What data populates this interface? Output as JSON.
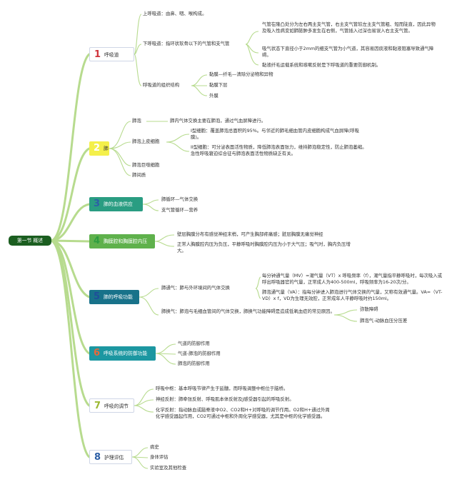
{
  "root": "第一节 概述",
  "colors": {
    "branch1": "#ffffff",
    "branch2": "#f4f04b",
    "branch3": "#2a9d82",
    "branch4": "#5fb14c",
    "branch5": "#18728a",
    "branch6": "#1c97a1",
    "branch7": "#ffffff",
    "branch8": "#ffffff",
    "line": "#b7db8e",
    "root": "#1b5e20"
  },
  "branches": [
    {
      "num": "1",
      "label": "呼吸道",
      "num_color": "#d0343c"
    },
    {
      "num": "2",
      "label": "肺",
      "num_color": "#ffffff"
    },
    {
      "num": "3",
      "label": "肺的血液供应",
      "num_color": "#2d5fa6"
    },
    {
      "num": "4",
      "label": "胸膜腔和胸膜腔内压",
      "num_color": "#2e9d3f"
    },
    {
      "num": "5",
      "label": "肺的呼吸功能",
      "num_color": "#1f4e9a"
    },
    {
      "num": "6",
      "label": "呼吸系统的防御功能",
      "num_color": "#e7683a"
    },
    {
      "num": "7",
      "label": "呼吸的调节",
      "num_color": "#9cb832"
    },
    {
      "num": "8",
      "label": "护理评估",
      "num_color": "#2d5fa6"
    }
  ],
  "b1": {
    "upper": "上呼吸道：由鼻、咽、喉构成。",
    "lower": "下呼吸道：指环状软骨以下的气管和支气管",
    "lower_d1": "气管在隆凸处分为左右两主支气管，右主支气管较左主支气管粗、短而陡直，因此异物及吸入性病变如肺脓肿多发生在右侧，气管插入过深也易误入右主支气管。",
    "lower_d2": "吸气状态下直径小于2mm的细支气管为小气道，其容易因痰液和黏液阻塞导致通气障碍。",
    "lower_d3": "黏液纤毛运载系统和咳嗽反射是下呼吸道的重要防御机制。",
    "tissue": "呼吸道的组织结构",
    "tissue_items": [
      "黏膜—纤毛—清除分泌物和异物",
      "黏膜下层",
      "外膜"
    ]
  },
  "b2": {
    "alveoli": "肺泡",
    "alveoli_d": "肺内气体交换主要在肺泡，通过气血屏障进行。",
    "epith": "肺泡上皮细胞",
    "type1": "I型细胞：覆盖肺泡总面积的95%。与邻近的肺毛细血管内皮细胞构成气血屏障(呼吸膜)。",
    "type2": "II型细胞：可分泌表面活性物质，降低肺泡表面张力，维持肺泡稳定性，防止肺泡萎缩。急性呼吸窘迫综合征与肺泡表面活性物质缺乏有关。",
    "macro": "肺泡巨噬细胞",
    "interst": "肺间质"
  },
  "b3": {
    "items": [
      "肺循环—气体交换",
      "支气管循环—营养"
    ]
  },
  "b4": {
    "d1": "壁层胸膜分布有感觉神经末梢，可产生胸部疼痛感；脏层胸膜无痛觉神经",
    "d2": "正常人胸膜腔内压为负压，平静呼吸时胸膜腔内压为小于大气压；吸气时，胸内负压增大。"
  },
  "b5": {
    "vent": "肺通气：肺与外环境间的气体交换",
    "mv": "每分钟通气量（MV）=潮气量（VT）x 呼吸频率（f），潮气量指平静呼吸时，每次吸入或呼出呼吸器官的气量，正常成人为400-500ml，呼吸频率为16-20次/分。",
    "va": "肺泡通气量（VA）：指每分钟进入肺泡进行气体交换的气量，又称有效通气量。VA=（VT-VD）x f，VD为生理无效腔，正常成年人平静呼吸时约150ml。",
    "exch": "肺换气：肺泡与毛细血管间的气体交换，肺换气功能障碍是造成低氧血症的常见原因。",
    "exch_items": [
      "弥散障碍",
      "肺泡气-动脉血压分压差"
    ]
  },
  "b6": {
    "items": [
      "气道的防御作用",
      "气道-肺泡的防御作用",
      "肺泡的防御作用"
    ]
  },
  "b7": {
    "center": "呼吸中枢：基本呼吸节律产生于延髓，而呼吸调整中枢位于脑桥。",
    "neural": "神经反射：肺牵张反射、呼吸肌本体反射及J感受器引起的呼吸反射。",
    "chemo": "化学反射：指动脉血或脑脊液中O2、CO2和H+对呼吸的调节作用。O2和H+通过外周化学感受器起作用，CO2可通过中枢和外周化学感受器，尤其是中枢的化学感受器。"
  },
  "b8": {
    "items": [
      "病史",
      "身体评估",
      "实验室及其他检查"
    ]
  }
}
